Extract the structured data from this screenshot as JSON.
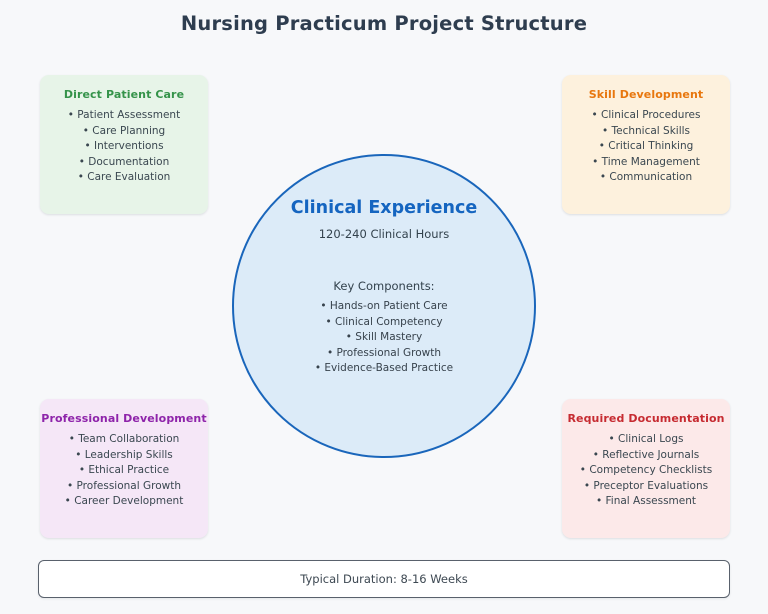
{
  "title": "Nursing Practicum Project Structure",
  "center": {
    "title": "Clinical Experience",
    "subtitle": "120-240 Clinical Hours",
    "components_heading": "Key Components:",
    "components": [
      "Hands-on Patient Care",
      "Clinical Competency",
      "Skill Mastery",
      "Professional Growth",
      "Evidence-Based Practice"
    ],
    "fill_color": "#dcebf8",
    "border_color": "#1a66bb",
    "title_color": "#1565c0"
  },
  "boxes": [
    {
      "title": "Direct Patient Care",
      "items": [
        "Patient Assessment",
        "Care Planning",
        "Interventions",
        "Documentation",
        "Care Evaluation"
      ],
      "title_color": "#35934a",
      "bg": "#e7f4e8"
    },
    {
      "title": "Skill Development",
      "items": [
        "Clinical Procedures",
        "Technical Skills",
        "Critical Thinking",
        "Time Management",
        "Communication"
      ],
      "title_color": "#e8770e",
      "bg": "#fdf1dd"
    },
    {
      "title": "Professional Development",
      "items": [
        "Team Collaboration",
        "Leadership Skills",
        "Ethical Practice",
        "Professional Growth",
        "Career Development"
      ],
      "title_color": "#8e24aa",
      "bg": "#f5e7f7"
    },
    {
      "title": "Required Documentation",
      "items": [
        "Clinical Logs",
        "Reflective Journals",
        "Competency Checklists",
        "Preceptor Evaluations",
        "Final Assessment"
      ],
      "title_color": "#c62b31",
      "bg": "#fce9e9"
    }
  ],
  "footer": {
    "label": "Typical Duration: 8-16 Weeks"
  },
  "page_background": "#f7f8fa",
  "title_color": "#2e3d4f",
  "body_text_color": "#3a4750"
}
